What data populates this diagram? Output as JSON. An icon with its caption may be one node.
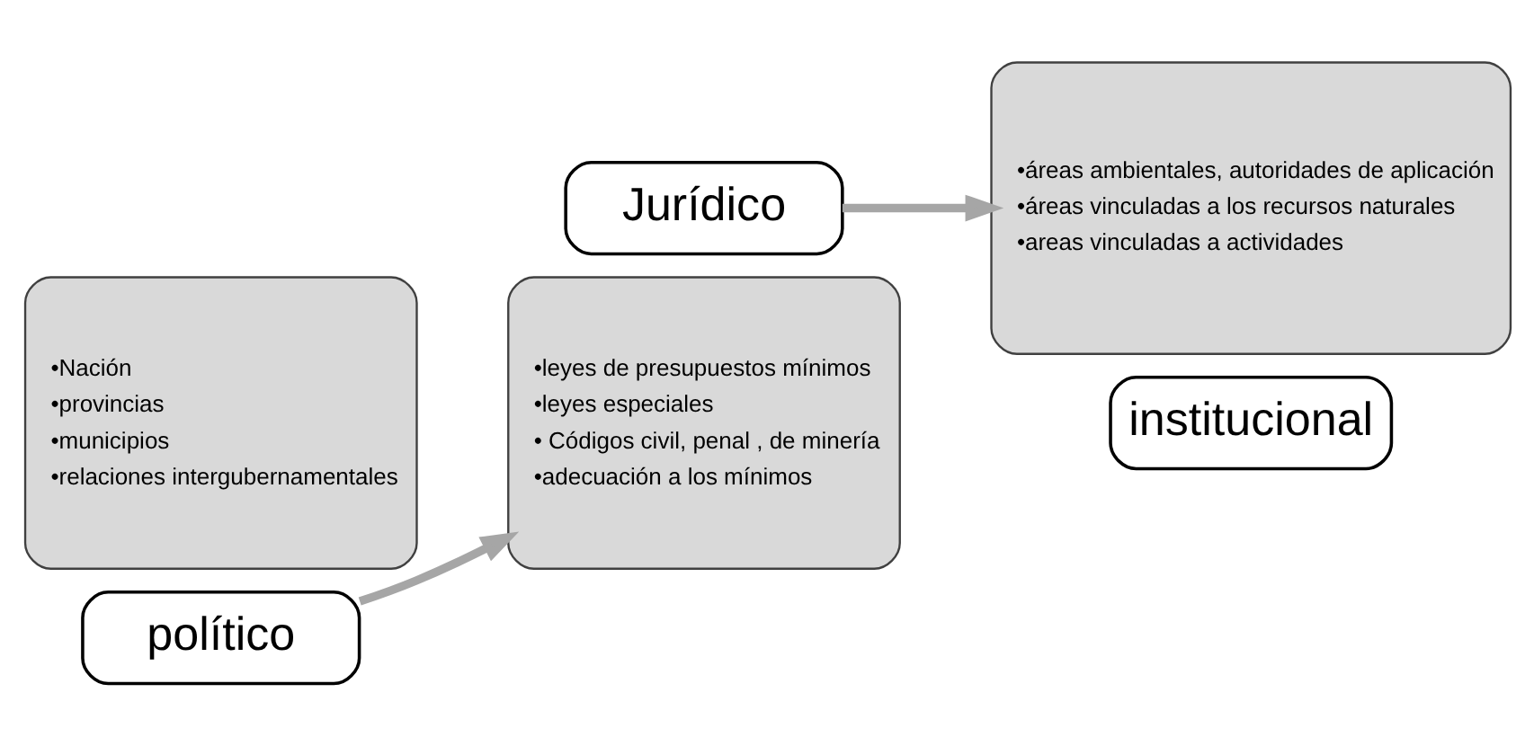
{
  "diagram": {
    "nodes": [
      {
        "text": [
          "•Nación",
          "•provincias",
          "•municipios",
          "•relaciones intergubernamentales"
        ]
      },
      {
        "text": [
          "político"
        ]
      },
      {
        "text": [
          "•leyes de presupuestos mínimos",
          "•leyes especiales",
          "• Códigos civil, penal , de minería",
          "•adecuación a los mínimos"
        ]
      },
      {
        "text": [
          "Jurídico"
        ]
      },
      {
        "text": [
          "•áreas ambientales, autoridades de aplicación",
          "•áreas vinculadas a los recursos naturales",
          "•areas vinculadas a actividades"
        ]
      },
      {
        "text": [
          "institucional"
        ]
      }
    ],
    "edges": [
      {
        "from": 1,
        "to": 2,
        "arrow": "to"
      },
      {
        "from": 3,
        "to": 4,
        "arrow": "to"
      }
    ]
  }
}
